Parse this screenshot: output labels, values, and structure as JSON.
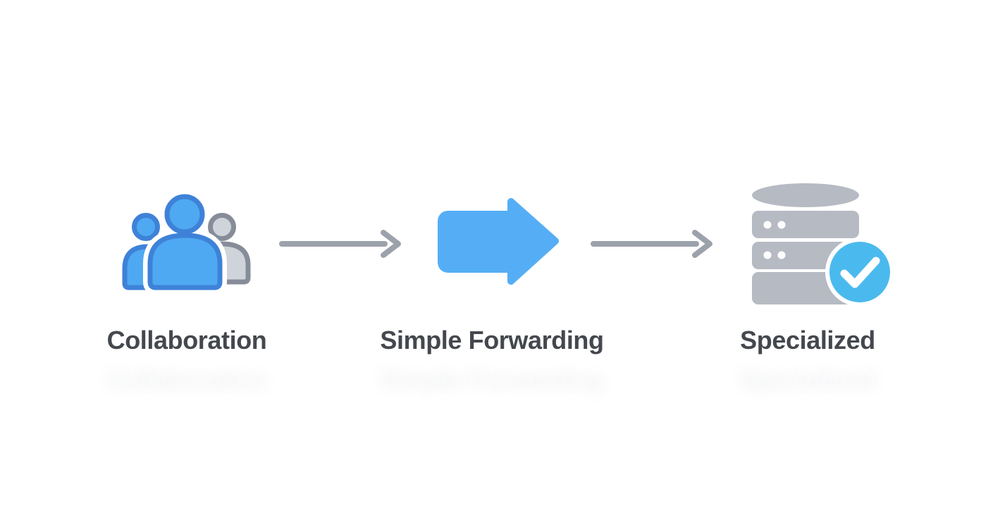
{
  "diagram": {
    "background": "#FFFFFF",
    "stages": [
      {
        "label": "Collaboration",
        "icon": "people-group-icon",
        "icon_colors": {
          "person_fill": "#4FA9F2",
          "person_outline": "#3E82D8",
          "secondary_person_fill": "#CFD3DA",
          "secondary_person_outline": "#878D98"
        }
      },
      {
        "label": "Simple Forwarding",
        "icon": "forward-arrow-icon",
        "icon_colors": {
          "arrow_fill": "#55AEF5"
        }
      },
      {
        "label": "Specialized",
        "icon": "database-check-icon",
        "icon_colors": {
          "database_fill": "#B6BAC3",
          "dot_fill": "#FFFFFF",
          "badge_fill": "#4ABAEE",
          "checkmark": "#FFFFFF"
        }
      }
    ],
    "connectors": [
      {
        "icon": "right-arrow-connector",
        "color": "#9CA2AB"
      },
      {
        "icon": "right-arrow-connector",
        "color": "#9CA2AB"
      }
    ],
    "label_color": "#44484E"
  }
}
